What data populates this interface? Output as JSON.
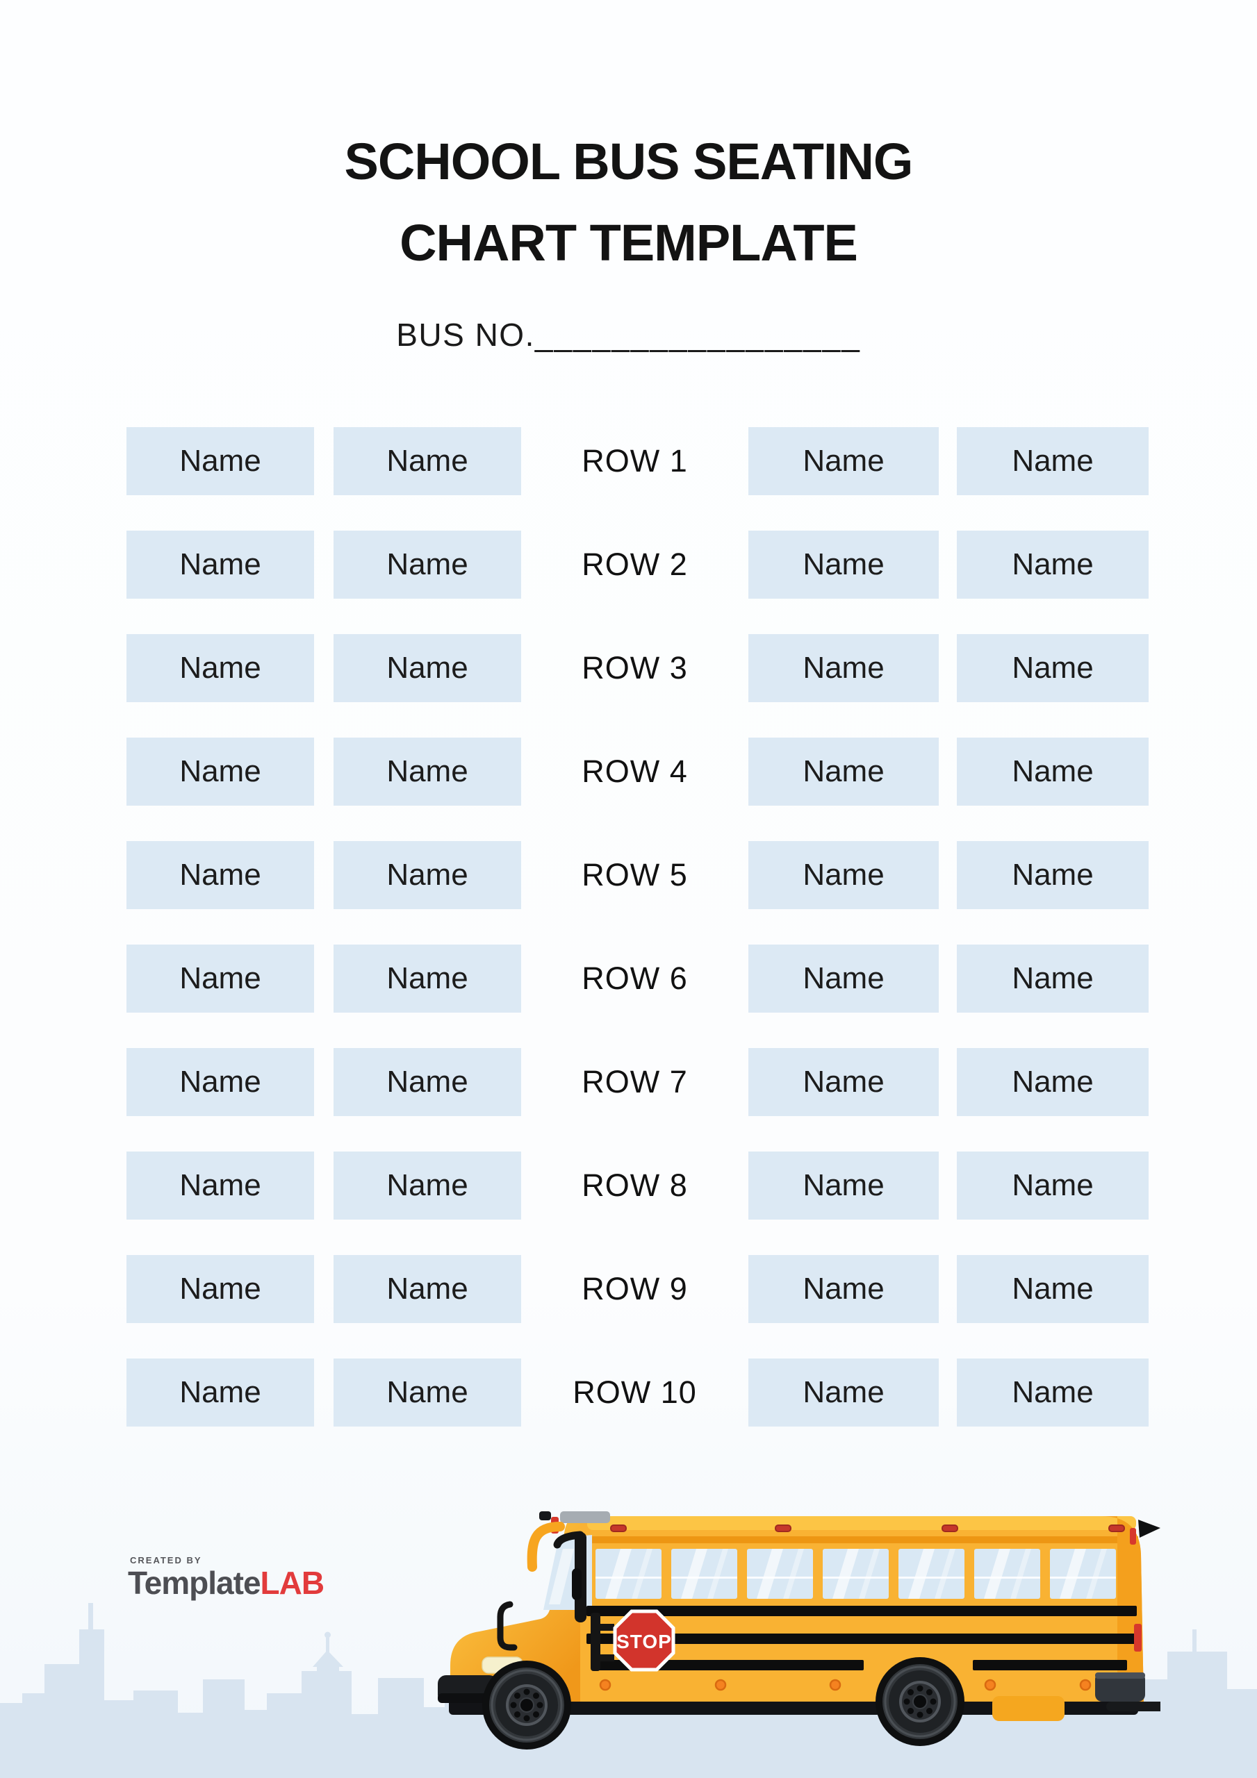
{
  "title": {
    "line1": "SCHOOL BUS SEATING",
    "line2": "CHART TEMPLATE"
  },
  "bus_no": {
    "label": "BUS NO.",
    "blank_line": "_________________"
  },
  "seating": {
    "rows": [
      {
        "label": "ROW 1",
        "seats": [
          "Name",
          "Name",
          "Name",
          "Name"
        ]
      },
      {
        "label": "ROW 2",
        "seats": [
          "Name",
          "Name",
          "Name",
          "Name"
        ]
      },
      {
        "label": "ROW 3",
        "seats": [
          "Name",
          "Name",
          "Name",
          "Name"
        ]
      },
      {
        "label": "ROW 4",
        "seats": [
          "Name",
          "Name",
          "Name",
          "Name"
        ]
      },
      {
        "label": "ROW 5",
        "seats": [
          "Name",
          "Name",
          "Name",
          "Name"
        ]
      },
      {
        "label": "ROW 6",
        "seats": [
          "Name",
          "Name",
          "Name",
          "Name"
        ]
      },
      {
        "label": "ROW 7",
        "seats": [
          "Name",
          "Name",
          "Name",
          "Name"
        ]
      },
      {
        "label": "ROW 8",
        "seats": [
          "Name",
          "Name",
          "Name",
          "Name"
        ]
      },
      {
        "label": "ROW 9",
        "seats": [
          "Name",
          "Name",
          "Name",
          "Name"
        ]
      },
      {
        "label": "ROW 10",
        "seats": [
          "Name",
          "Name",
          "Name",
          "Name"
        ]
      }
    ]
  },
  "bus": {
    "stop_sign_label": "STOP"
  },
  "branding": {
    "created_by": "CREATED BY",
    "brand_part1": "Template",
    "brand_part2": "LAB"
  },
  "colors": {
    "seat_cell_fill": "#DCE9F4",
    "seat_text": "#1C1C1C",
    "title_text": "#131313",
    "logo_gray": "#4D4E53",
    "logo_red": "#E23B3C",
    "bus_yellow": "#F9B233",
    "bus_roof_highlight": "#FCC545",
    "bus_shade_orange": "#F4A01D",
    "stop_sign_red": "#D2342C",
    "window_glass": "#D9E8F4",
    "stripe_black": "#0D0D0D",
    "reflector_orange": "#F58220",
    "skyline_blue": "#D8E4F0"
  }
}
